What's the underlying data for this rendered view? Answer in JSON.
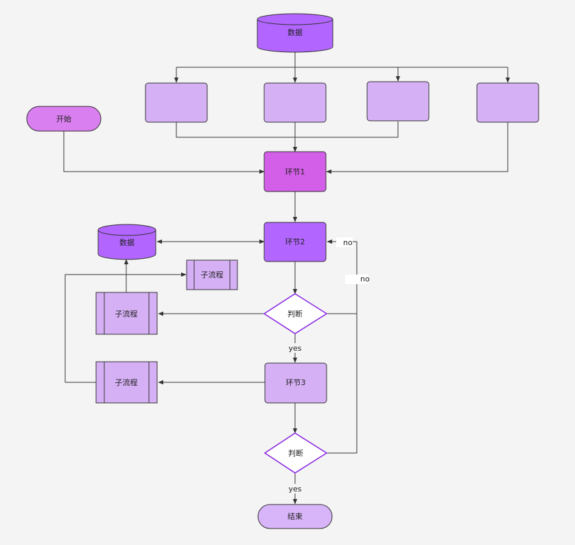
{
  "colors": {
    "background": "#f4f4f4",
    "db_fill": "#b266ff",
    "node_light": "#d5b0f5",
    "node_magenta": "#d35ee8",
    "node_purple": "#b266ff",
    "terminal_start": "#d97ff0",
    "terminal_end": "#d8b4f8",
    "decision_stroke": "#8a2be2",
    "edge": "#333333"
  },
  "nodes": {
    "data_top": "数据",
    "start": "开始",
    "box_a": "",
    "box_b": "",
    "box_c": "",
    "box_d": "",
    "step1": "环节1",
    "data_left": "数据",
    "step2": "环节2",
    "subflow_top": "子流程",
    "subflow_mid": "子流程",
    "decision1": "判断",
    "subflow_bottom": "子流程",
    "step3": "环节3",
    "decision2": "判断",
    "end": "结束"
  },
  "edge_labels": {
    "no_top": "no",
    "no_mid": "no",
    "yes_1": "yes",
    "yes_2": "yes"
  }
}
